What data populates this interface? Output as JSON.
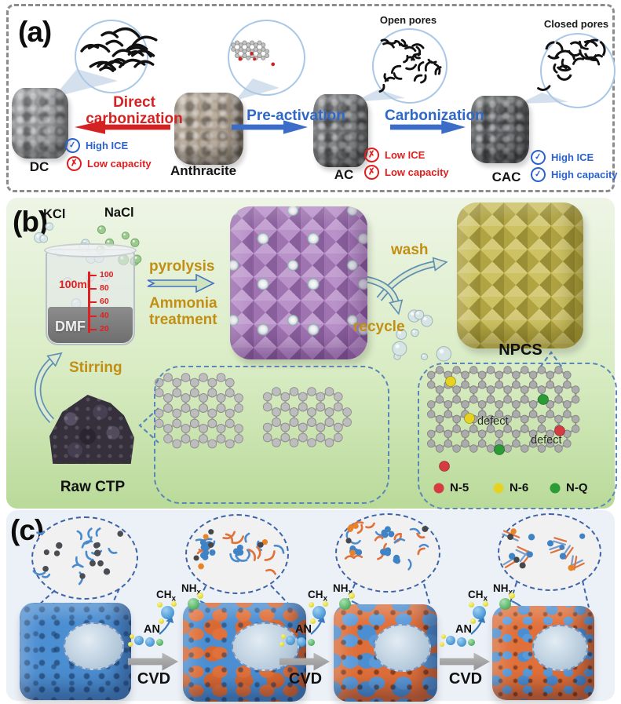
{
  "panel_a": {
    "label": "(a)",
    "pore_labels": {
      "open": "Open pores",
      "closed": "Closed pores"
    },
    "materials": [
      {
        "name": "DC"
      },
      {
        "name": "Anthracite"
      },
      {
        "name": "AC"
      },
      {
        "name": "CAC"
      }
    ],
    "arrows": [
      {
        "label": "Direct carbonization",
        "color": "#d42222"
      },
      {
        "label": "Pre-activation",
        "color": "#2e68c8"
      },
      {
        "label": "Carbonization",
        "color": "#2e68c8"
      }
    ],
    "dc_badges": [
      {
        "glyph": "✓",
        "text": "High ICE"
      },
      {
        "glyph": "✗",
        "text": "Low capacity"
      }
    ],
    "ac_badges": [
      {
        "glyph": "✗",
        "text": "Low ICE"
      },
      {
        "glyph": "✗",
        "text": "Low capacity"
      }
    ],
    "cac_badges": [
      {
        "glyph": "✓",
        "text": "High ICE"
      },
      {
        "glyph": "✓",
        "text": "High capacity"
      }
    ]
  },
  "panel_b": {
    "label": "(b)",
    "salt_labels": [
      "KCl",
      "NaCl"
    ],
    "beaker": {
      "volume": "100ml",
      "solvent": "DMF",
      "ticks": [
        "100",
        "80",
        "60",
        "40",
        "20"
      ]
    },
    "process_arrow": {
      "top": "pyrolysis",
      "bottom": "Ammonia treatment"
    },
    "wash": "wash",
    "recycle": "recycle",
    "stirring": "Stirring",
    "raw_material": "Raw CTP",
    "product": "NPCS",
    "defect_labels": [
      "defect",
      "defect"
    ],
    "nitrogen_legend": [
      {
        "label": "N-5",
        "color": "#d63b41"
      },
      {
        "label": "N-6",
        "color": "#e6d222"
      },
      {
        "label": "N-Q",
        "color": "#2a9b35"
      }
    ]
  },
  "panel_c": {
    "label": "(c)",
    "transitions": [
      {
        "gas1": "CH",
        "gas1_sub": "x",
        "gas2": "NH",
        "gas2_sub": "x",
        "precursor": "AN",
        "process": "CVD"
      },
      {
        "gas1": "CH",
        "gas1_sub": "x",
        "gas2": "NH",
        "gas2_sub": "x",
        "precursor": "AN",
        "process": "CVD"
      },
      {
        "gas1": "CH",
        "gas1_sub": "x",
        "gas2": "NH",
        "gas2_sub": "x",
        "precursor": "AN",
        "process": "CVD"
      }
    ]
  },
  "palette": {
    "red": "#d42222",
    "blue": "#2e68c8",
    "gold": "#c28f12",
    "carbon_blue": "#4c8ed2",
    "nitrogen_orange": "#e0703a"
  }
}
